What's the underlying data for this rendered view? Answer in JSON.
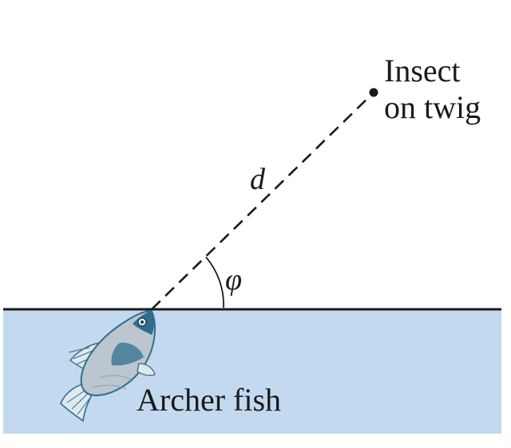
{
  "labels": {
    "insect_line1": "Insect",
    "insect_line2": "on twig",
    "distance": "d",
    "angle": "φ",
    "fish": "Archer fish"
  },
  "colors": {
    "water": "#c3d9ef",
    "surface_line": "#1a1a1a",
    "dashed_line": "#1a1a1a",
    "fish_body": "#b9c3cb",
    "fish_dark": "#2f6d8c",
    "text": "#1a1a1a"
  },
  "icons": {
    "fish": "archer-fish-icon",
    "insect": "insect-point"
  }
}
